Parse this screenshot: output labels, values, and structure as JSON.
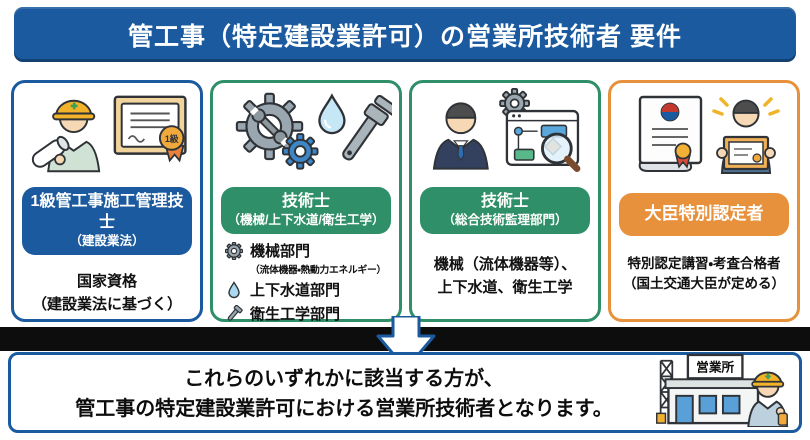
{
  "header": {
    "title": "管工事（特定建設業許可）の営業所技術者 要件",
    "bg": "#1b5a9e"
  },
  "colors": {
    "blue_accent": "#1b5a9e",
    "green_accent": "#2e8f68",
    "orange_accent": "#e8913c",
    "divider_band": "#0d0d0d",
    "conclusion_border": "#1b5a9e"
  },
  "cards": [
    {
      "accent": "#1b5a9e",
      "icon": "worker-with-certificate",
      "badge": "1級",
      "label_line1": "1級管工事施工管理技士",
      "label_line2": "（建設業法）",
      "body_line1": "国家資格",
      "body_line2": "（建設業法に基づく）"
    },
    {
      "accent": "#2e8f68",
      "icon": "gears-waterdrop-pipewrench",
      "label_line1": "技術士",
      "label_line2": "（機械/上下水道/衛生工学）",
      "departments": [
        {
          "icon": "gear-icon",
          "name": "機械部門",
          "note": "（流体機器・熱動力エネルギー）"
        },
        {
          "icon": "water-drop-icon",
          "name": "上下水道部門",
          "note": ""
        },
        {
          "icon": "pipe-wrench-icon",
          "name": "衛生工学部門",
          "note": ""
        }
      ]
    },
    {
      "accent": "#2e8f68",
      "icon": "consultant-analysis",
      "label_line1": "技術士",
      "label_line2": "（総合技術監理部門）",
      "body_line1": "機械（流体機器等）、",
      "body_line2": "上下水道、衛生工学"
    },
    {
      "accent": "#e8913c",
      "icon": "certificate-scroll-holder",
      "label_line1": "大臣特別認定者",
      "body_line1": "特別認定講習・考査合格者",
      "body_line2": "（国土交通大臣が定める）"
    }
  ],
  "conclusion": {
    "line1": "これらのいずれかに該当する方が、",
    "line2": "管工事の特定建設業許可における営業所技術者となります。",
    "office_sign": "営業所"
  }
}
